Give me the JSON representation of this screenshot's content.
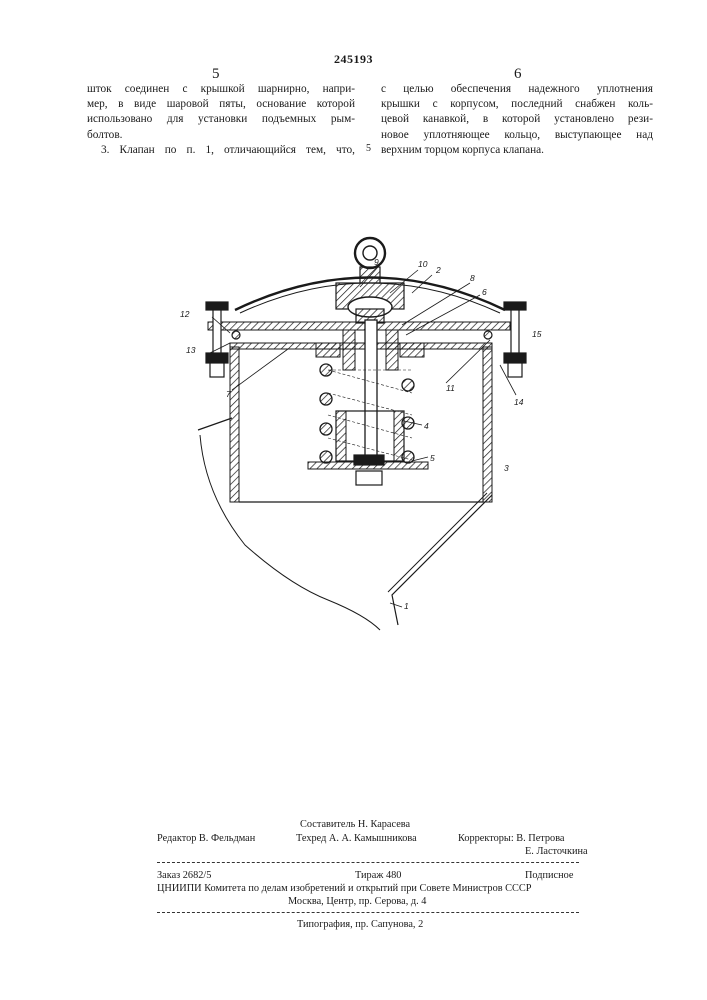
{
  "patent_number": "245193",
  "columns": {
    "left_number": "5",
    "right_number": "6",
    "margin_line_number": "5",
    "left_lines": [
      "шток соединен с крышкой шарнирно, напри-",
      "мер, в виде шаровой пяты, основание которой",
      "использовано для установки подъемных рым-",
      "болтов.",
      "3. Клапан по п. 1, отличающийся тем, что,"
    ],
    "right_lines": [
      "с целью обеспечения надежного уплотнения",
      "крышки с корпусом, последний снабжен коль-",
      "цевой канавкой, в которой установлено рези-",
      "новое уплотняющее кольцо, выступающее над",
      "верхним торцом корпуса клапана."
    ]
  },
  "figure": {
    "labels": [
      "9",
      "10",
      "2",
      "8",
      "6",
      "12",
      "15",
      "13",
      "7",
      "11",
      "14",
      "4",
      "5",
      "3",
      "1"
    ]
  },
  "footer": {
    "compiler": "Составитель Н. Карасева",
    "editor": "Редактор В. Фельдман",
    "techred": "Техред А. А. Камышникова",
    "correctors_1": "Корректоры: В. Петрова",
    "correctors_2": "Е. Ласточкина",
    "order": "Заказ 2682/5",
    "print_run": "Тираж 480",
    "subscription": "Подписное",
    "institute": "ЦНИИПИ Комитета по делам изобретений и открытий при Совете Министров СССР",
    "address": "Москва, Центр, пр. Серова, д. 4",
    "printer": "Типография, пр. Сапунова, 2"
  }
}
